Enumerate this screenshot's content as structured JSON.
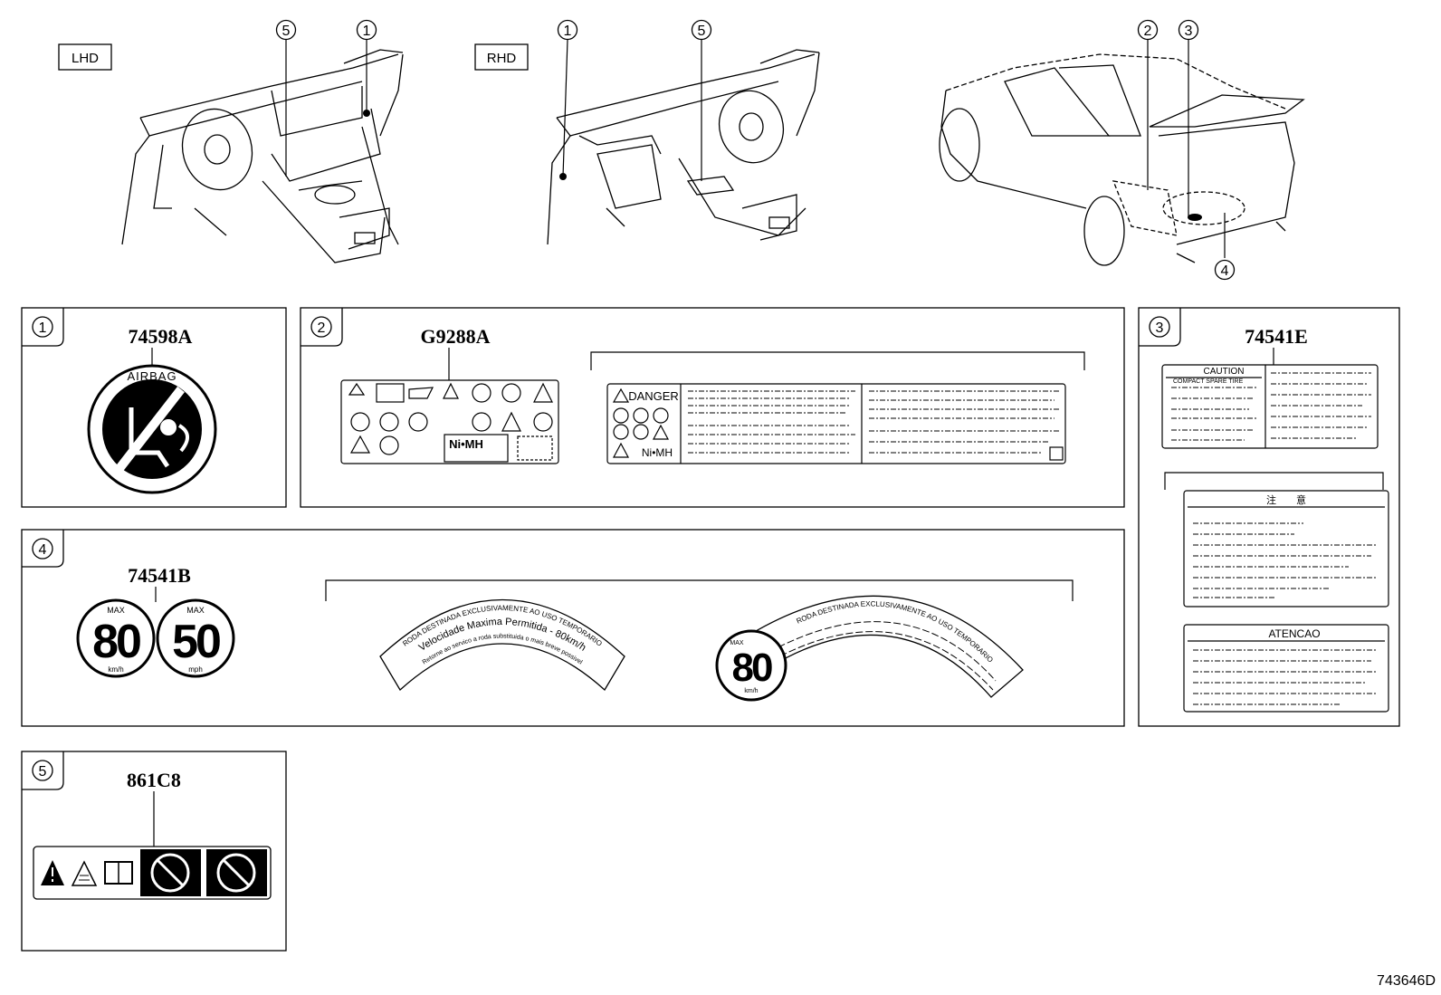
{
  "diagram_id": "743646D",
  "views": {
    "lhd": {
      "tag": "LHD",
      "callouts": [
        "5",
        "1"
      ]
    },
    "rhd": {
      "tag": "RHD",
      "callouts": [
        "1",
        "5"
      ]
    },
    "rear": {
      "callouts": [
        "2",
        "3",
        "4"
      ]
    }
  },
  "panels": {
    "p1": {
      "num": "1",
      "part": "74598A",
      "label_text": "AIRBAG"
    },
    "p2": {
      "num": "2",
      "part": "G9288A",
      "battery": "Ni•MH",
      "danger": "DANGER",
      "battery2": "Ni•MH"
    },
    "p3": {
      "num": "3",
      "part": "74541E",
      "caution": "CAUTION",
      "caution_sub": "COMPACT SPARE TIRE",
      "chinese": "注　　意",
      "atencao": "ATENCAO"
    },
    "p4": {
      "num": "4",
      "part": "74541B",
      "max1": "MAX",
      "speed1": "80",
      "unit1": "km/h",
      "max2": "MAX",
      "speed2": "50",
      "unit2": "mph",
      "arc_line1": "RODA DESTINADA EXCLUSIVAMENTE AO USO TEMPORARIO",
      "arc_line2": "Velocidade Maxima Permitida - 80km/h",
      "arc_line3": "Retorne ao servico a roda substituida o mais breve possivel",
      "arc2_max": "MAX",
      "arc2_speed": "80",
      "arc2_unit": "km/h",
      "arc2_line": "RODA DESTINADA EXCLUSIVAMENTE AO USO TEMPORARIO"
    },
    "p5": {
      "num": "5",
      "part": "861C8"
    }
  }
}
